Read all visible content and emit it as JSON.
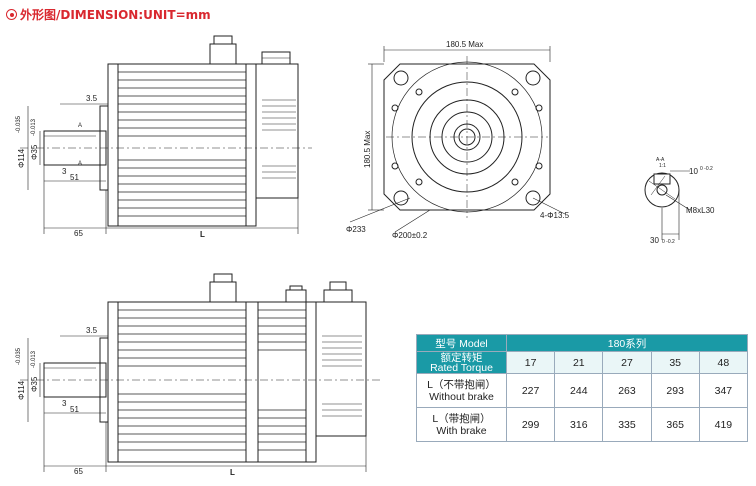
{
  "header": {
    "title": "外形图/DIMENSION:UNIT=mm"
  },
  "side_motor": {
    "dims": [
      "3.5",
      "Φ114",
      "-0.035",
      "0",
      "Φ35",
      "-0.013",
      "0",
      "3",
      "51",
      "65",
      "L"
    ],
    "section_marks": [
      "A",
      "A"
    ]
  },
  "front_view": {
    "width_label": "180.5 Max",
    "height_label": "180.5 Max",
    "outer_circle": "Φ233",
    "bolt_circle": "Φ200±0.2",
    "holes": "4-Φ13.5"
  },
  "section_view": {
    "title": "A-A",
    "subtitle": "1:1",
    "key_width": "10",
    "key_width_tol": "0 -0.2",
    "thread": "M8xL30",
    "depth": "30",
    "depth_tol": "0 -0.2"
  },
  "brake_motor": {
    "dims": [
      "3.5",
      "Φ114",
      "-0.035",
      "0",
      "Φ35",
      "-0.013",
      "0",
      "3",
      "51",
      "65",
      "L"
    ]
  },
  "table": {
    "model_label": "型号 Model",
    "series": "180系列",
    "torque_label_cn": "额定转矩",
    "torque_label_en": "Rated Torque",
    "torques": [
      "17",
      "21",
      "27",
      "35",
      "48"
    ],
    "rows": [
      {
        "label_cn": "L（不带抱闸）",
        "label_en": "Without brake",
        "values": [
          "227",
          "244",
          "263",
          "293",
          "347"
        ]
      },
      {
        "label_cn": "L（带抱闸）",
        "label_en": "With brake",
        "values": [
          "299",
          "316",
          "335",
          "365",
          "419"
        ]
      }
    ]
  }
}
